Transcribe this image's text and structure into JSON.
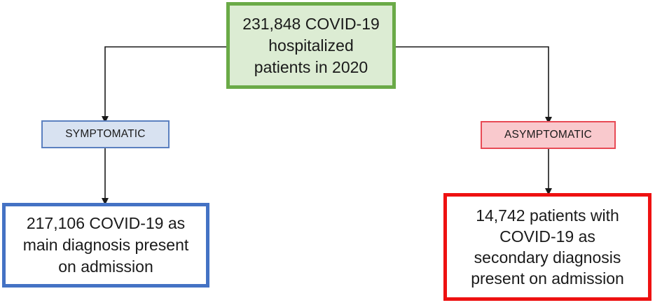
{
  "root": {
    "label": "231,848 COVID-19\nhospitalized\npatients in 2020",
    "border_color": "#70ad47",
    "fill_color": "#dcecd3"
  },
  "branches": {
    "symptomatic": {
      "label": "SYMPTOMATIC",
      "border_color": "#5b80c0",
      "fill_color": "#d8e2f1",
      "outcome": {
        "label": "217,106 COVID-19 as\nmain diagnosis present\non admission",
        "border_color": "#4472c4"
      }
    },
    "asymptomatic": {
      "label": "ASYMPTOMATIC",
      "border_color": "#e84a55",
      "fill_color": "#f9c9cd",
      "outcome": {
        "label": "14,742 patients with\nCOVID-19 as\nsecondary diagnosis\npresent on admission",
        "border_color": "#ee1111"
      }
    }
  },
  "connector_color": "#1a1a1a"
}
